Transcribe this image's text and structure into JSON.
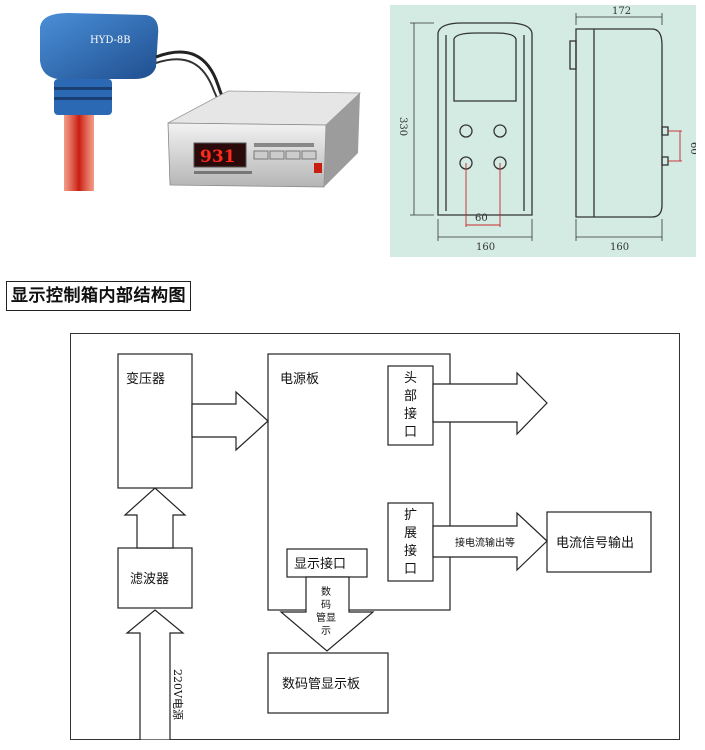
{
  "photo": {
    "device_model": "HYD-8B",
    "display_reading": "931"
  },
  "drawing": {
    "dim_width_top": "172",
    "dim_height": "330",
    "dim_hole_spacing_h": "60",
    "dim_base_front": "160",
    "dim_base_side": "160",
    "dim_side_hole_spacing": "60"
  },
  "section_title": "显示控制箱内部结构图",
  "diagram": {
    "transformer": "变压器",
    "power_board": "电源板",
    "head_interface": [
      "头",
      "部",
      "接",
      "口"
    ],
    "expansion_interface": [
      "扩",
      "展",
      "接",
      "口"
    ],
    "display_interface": "显示接口",
    "filter": "滤波器",
    "power_input": "220V电源",
    "digital_tube_label": [
      "数",
      "码",
      "管显",
      "示"
    ],
    "current_output_arrow_label": "接电流输出等",
    "current_signal_output": "电流信号输出",
    "digital_display_board": "数码管显示板"
  }
}
